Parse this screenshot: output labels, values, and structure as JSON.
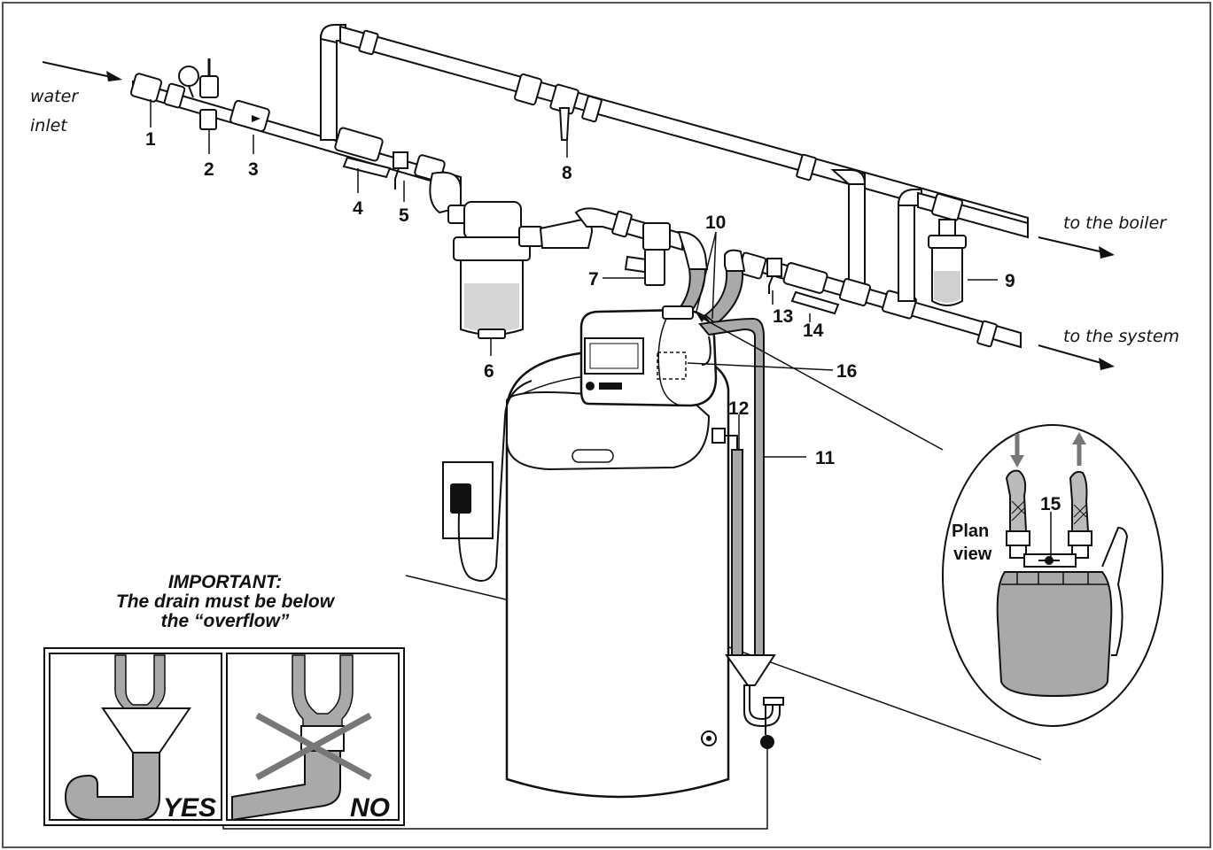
{
  "labels": {
    "water_inlet_1": "water",
    "water_inlet_2": "inlet",
    "to_boiler": "to the boiler",
    "to_system": "to the system",
    "plan_1": "Plan",
    "plan_2": "view"
  },
  "callouts": [
    "1",
    "2",
    "3",
    "4",
    "5",
    "6",
    "7",
    "8",
    "9",
    "10",
    "11",
    "12",
    "13",
    "14",
    "15",
    "16"
  ],
  "important": {
    "title": "IMPORTANT:",
    "line1": "The drain must be below",
    "line2": "the “overflow”"
  },
  "panels": {
    "yes": "YES",
    "no": "NO"
  },
  "colors": {
    "hose_gray": "#a9a9a9",
    "line": "#111111",
    "frame": "#555555"
  }
}
